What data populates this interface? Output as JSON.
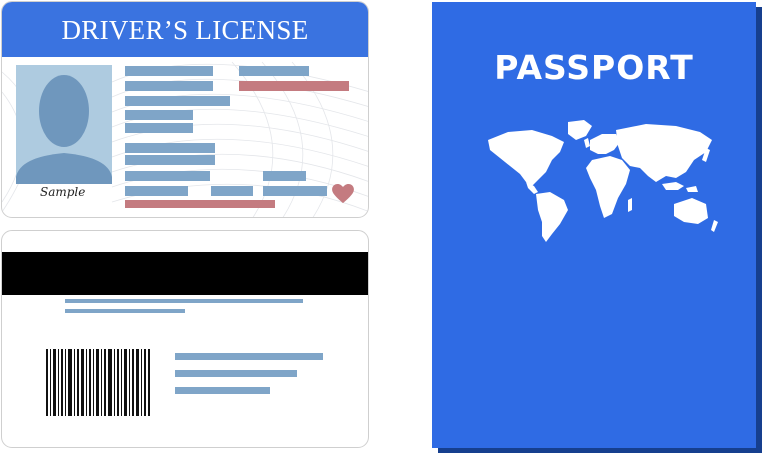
{
  "license_front": {
    "title": "DRIVER’S LICENSE",
    "signature": "Sample",
    "colors": {
      "header": "#3a73e0",
      "field_blue": "#7fa5c8",
      "field_red": "#c47b80",
      "photo_bg": "#aecbe0",
      "silhouette": "#6f97bd"
    },
    "icons": [
      "person-silhouette-icon",
      "heart-icon"
    ]
  },
  "license_back": {
    "colors": {
      "stripe": "#000000",
      "field_blue": "#7fa5c8"
    },
    "icons": [
      "barcode-icon"
    ]
  },
  "passport": {
    "title": "PASSPORT",
    "colors": {
      "cover": "#2f6be4",
      "shadow": "#163f8e",
      "text": "#ffffff"
    },
    "icons": [
      "world-map-icon"
    ]
  }
}
